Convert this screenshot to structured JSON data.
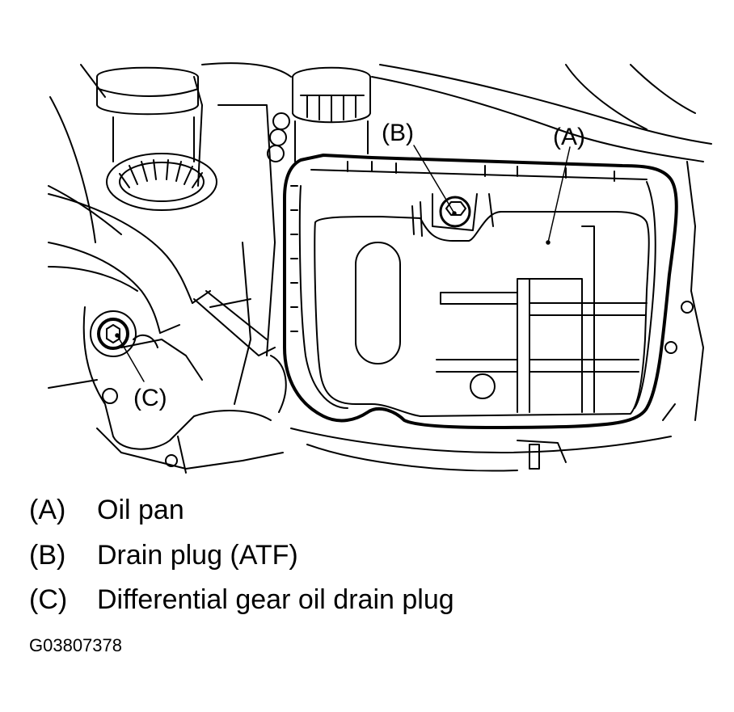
{
  "callouts": {
    "a": "(A)",
    "b": "(B)",
    "c": "(C)"
  },
  "legend": [
    {
      "key": "(A)",
      "text": "Oil pan"
    },
    {
      "key": "(B)",
      "text": "Drain plug (ATF)"
    },
    {
      "key": "(C)",
      "text": "Differential gear oil drain plug"
    }
  ],
  "figure_id": "G03807378",
  "colors": {
    "ink": "#000000",
    "paper": "#ffffff"
  }
}
